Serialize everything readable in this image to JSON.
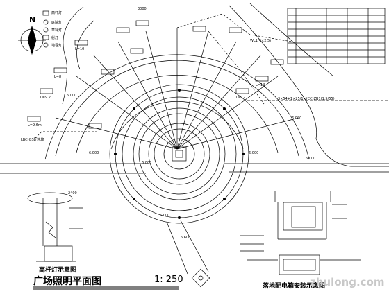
{
  "drawing": {
    "title": "广场照明平面图",
    "scale": "1: 250",
    "caption_pole_lamp": "高杆灯示意图",
    "caption_distribution_box": "落地配电箱安装示意图",
    "watermark": "zhulong.com",
    "compass_letter": "N",
    "legend_items": [
      "高杆灯",
      "庭院灯",
      "草坪灯",
      "射灯",
      "地埋灯"
    ],
    "dim_labels": [
      "3000",
      "6.000",
      "6.000",
      "6.000",
      "6.000",
      "6.000",
      "6.000",
      "6.000",
      "2400",
      "6.600"
    ],
    "annotations": [
      "L=9.6m",
      "L=9.2",
      "L=8",
      "L=10",
      "L=12",
      "L=14",
      "LBC-GS配电箱",
      "WL1(4×2.5)",
      "3×54+1×25/1×(CC)ZB1(1.5/55)"
    ]
  },
  "colors": {
    "line": "#000000",
    "background": "#ffffff",
    "watermark": "#c8c8c8"
  }
}
